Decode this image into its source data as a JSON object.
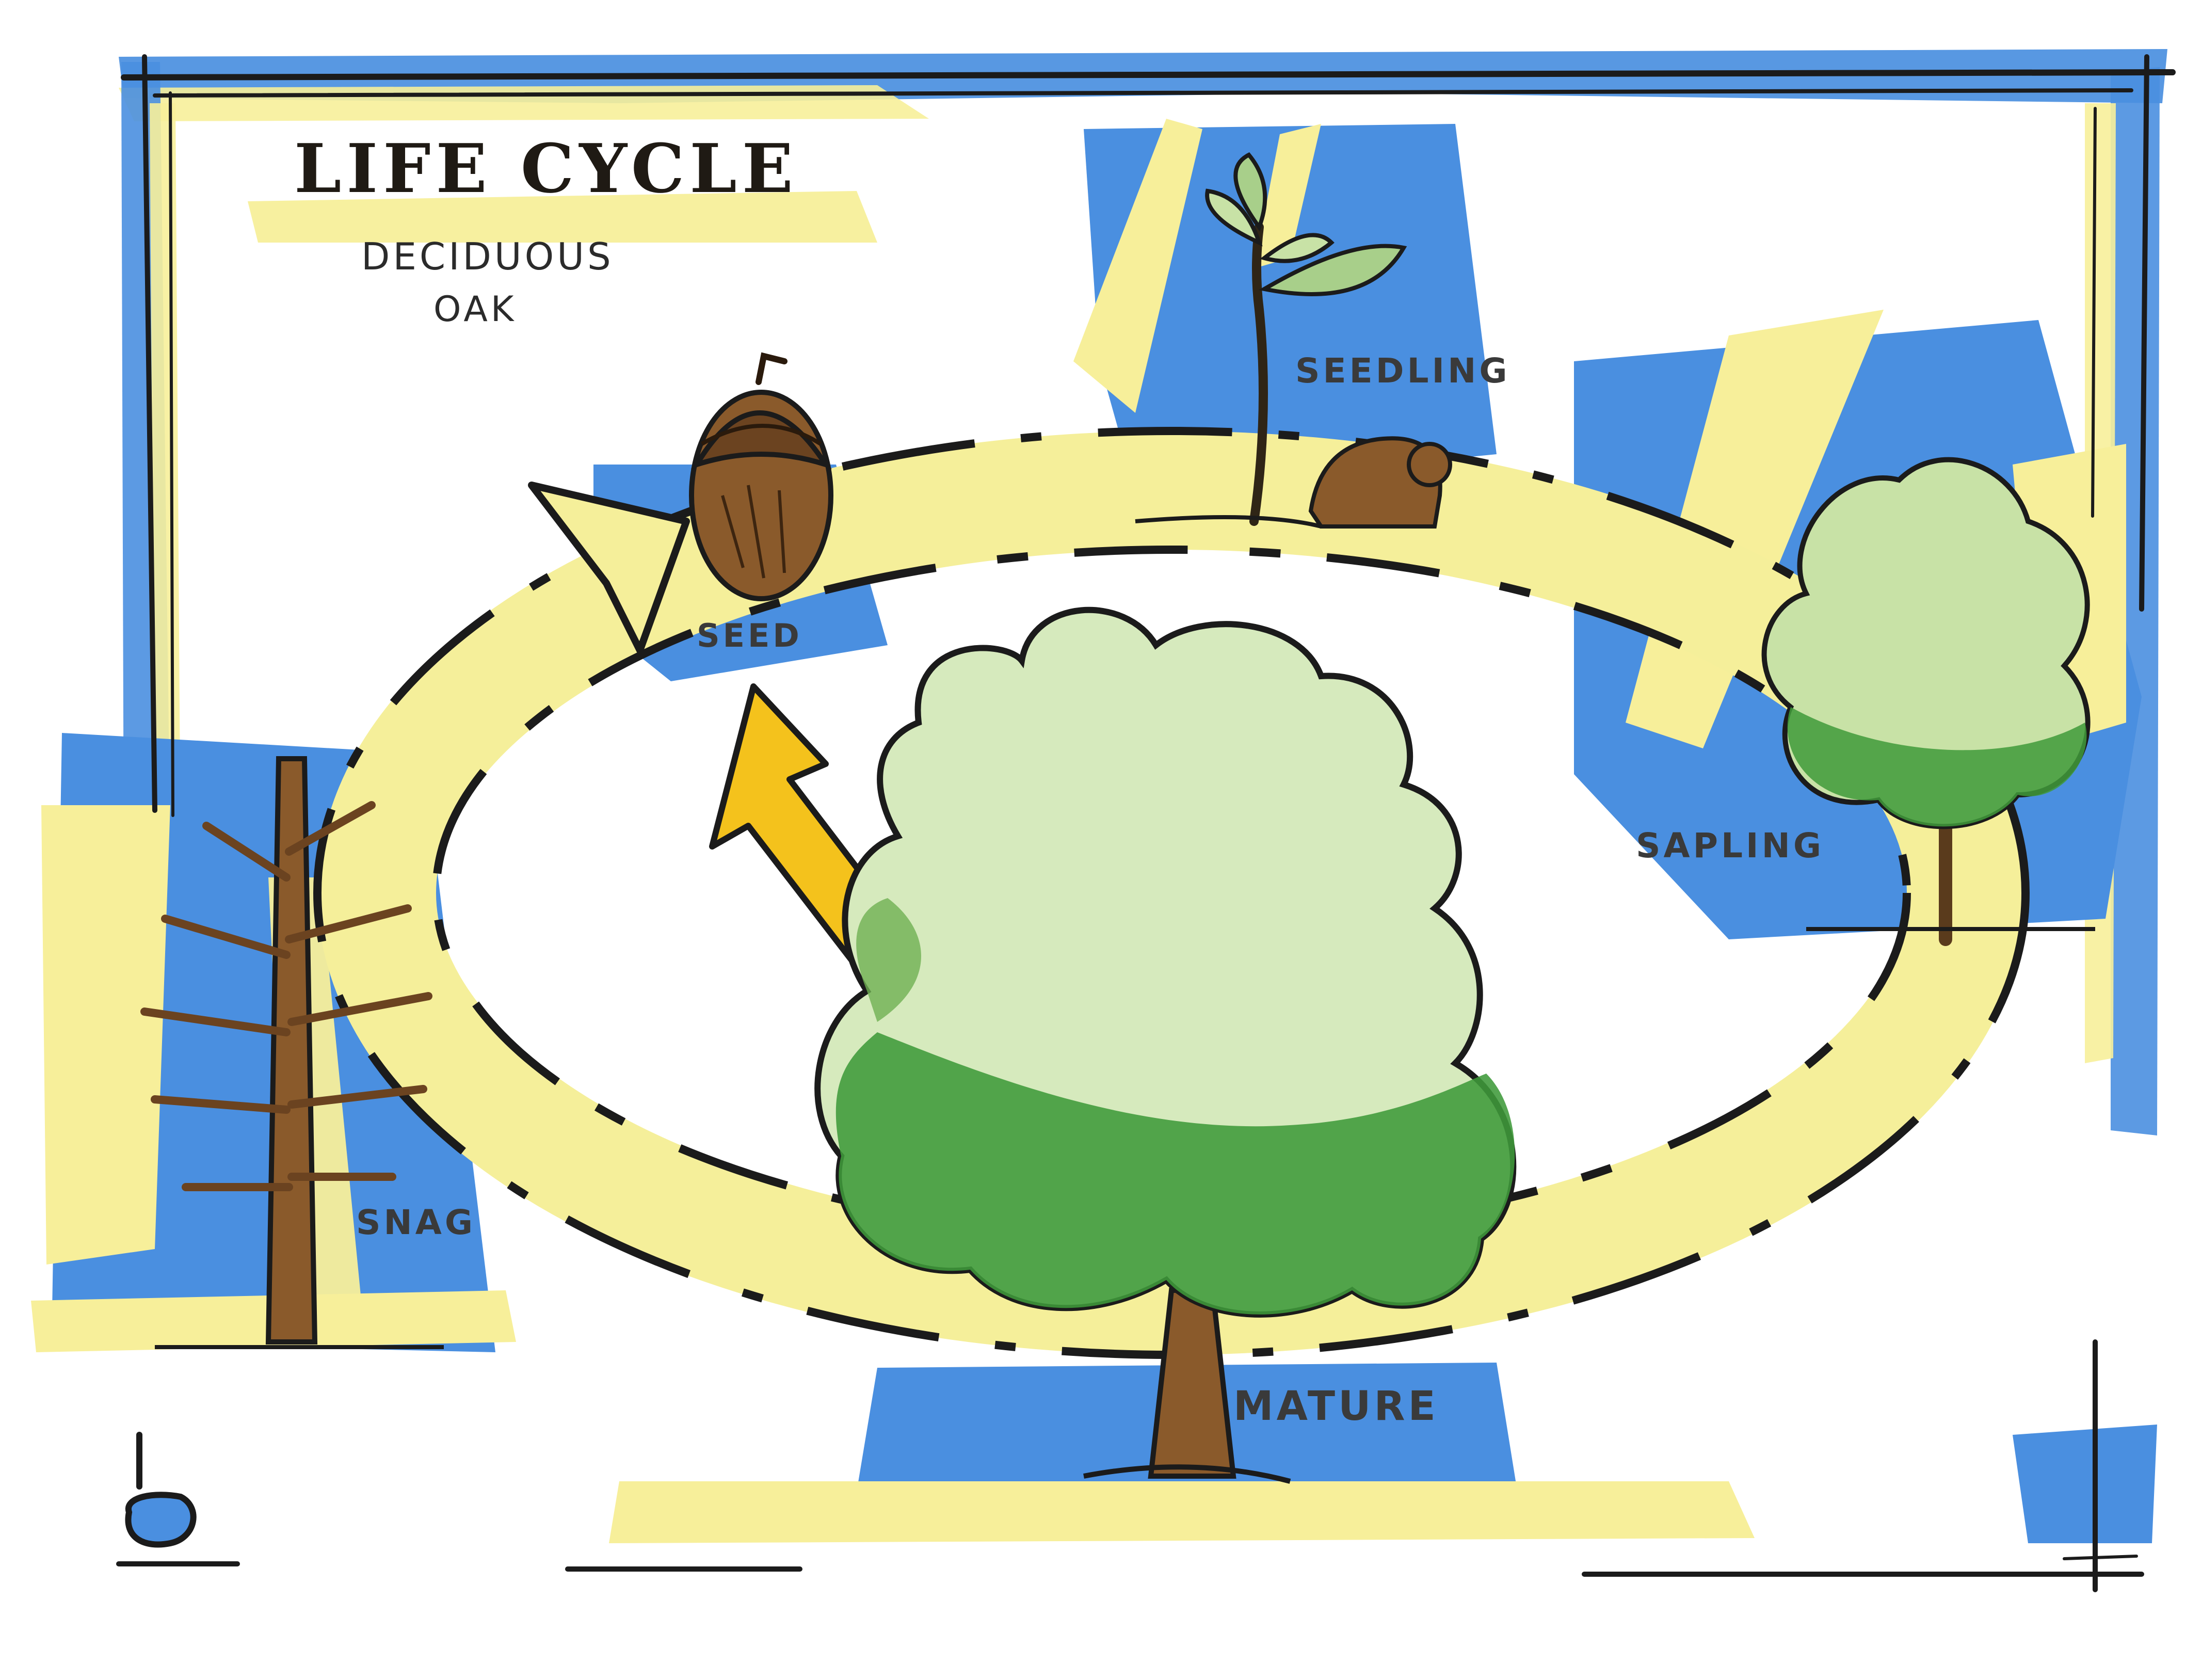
{
  "title": "LIFE CYCLE",
  "subtitle": [
    "DECIDUOUS",
    "OAK"
  ],
  "stages": {
    "seed": "SEED",
    "seedling": "SEEDLING",
    "sapling": "SAPLING",
    "mature": "MATURE",
    "snag": "SNAG"
  },
  "colors": {
    "sky_blue": "#4a8fe0",
    "marker_yellow": "#f7ef9a",
    "arrow_yellow": "#f5df82",
    "accent_yellow": "#f4c21c",
    "leaf_light": "#c8e2a6",
    "leaf_dark": "#3f9a3a",
    "bark_brown": "#8a5a2b",
    "ink": "#1b1b1b"
  },
  "icons": [
    "acorn-icon",
    "seedling-icon",
    "squirrel-icon",
    "sapling-tree-icon",
    "mature-tree-icon",
    "snag-tree-icon",
    "north-arrow-icon"
  ]
}
